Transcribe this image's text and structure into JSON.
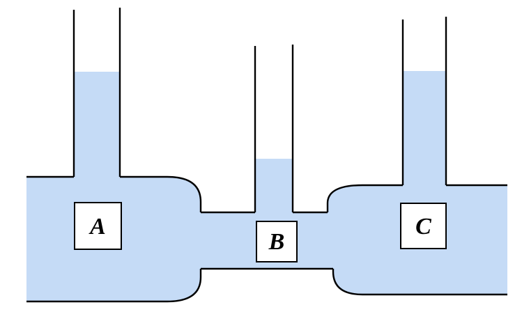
{
  "colors": {
    "liquid": "#c5dbf6",
    "wall": "#000000",
    "label_box": "#ffffff"
  },
  "labels": {
    "a": "A",
    "b": "B",
    "c": "C"
  }
}
